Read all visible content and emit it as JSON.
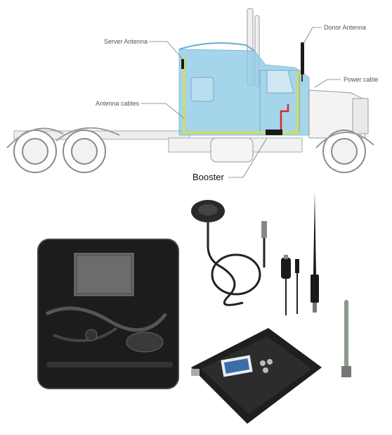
{
  "labels": {
    "server_antenna": "Server Antenna",
    "donor_antenna": "Donor Antenna",
    "power_cable": "Power cable",
    "antenna_cables": "Antenna cables",
    "booster": "Booster"
  },
  "colors": {
    "cab_tint": "#8ecbe6",
    "cable_yellow": "#e4e02a",
    "cable_red": "#d8262b",
    "booster_black": "#1a1a1a",
    "truck_line": "#9a9a9a"
  },
  "icons": [
    "truck-illustration",
    "carry-case",
    "indoor-antenna",
    "car-charger",
    "whip-antenna",
    "booster-unit",
    "rubber-antenna"
  ]
}
